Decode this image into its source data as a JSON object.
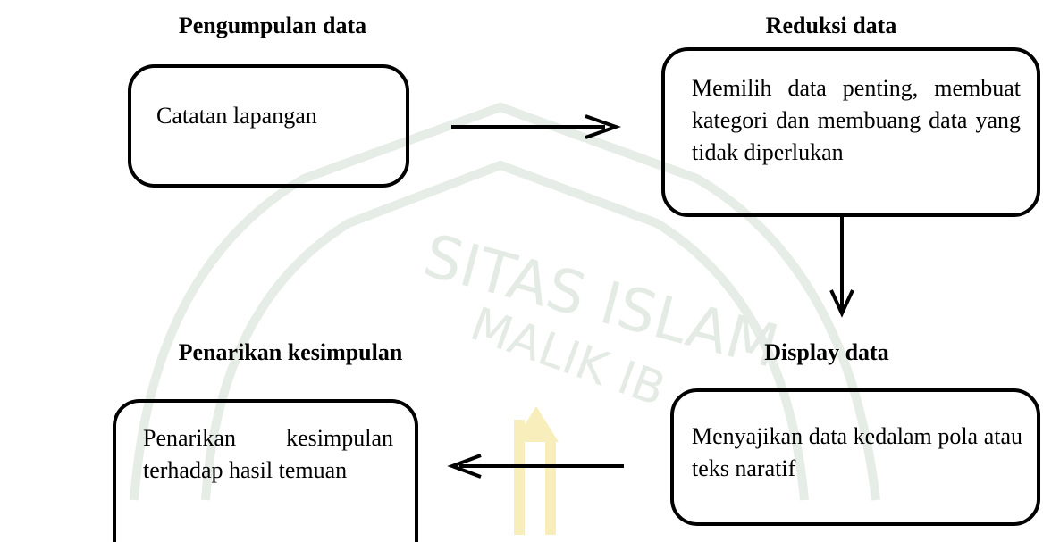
{
  "diagram": {
    "stages": [
      {
        "title": "Pengumpulan data",
        "text": "Catatan lapangan"
      },
      {
        "title": "Reduksi data",
        "text": "Memilih data penting, membuat kategori dan membuang data yang tidak diperlukan"
      },
      {
        "title": "Display data",
        "text": "Menyajikan data kedalam pola atau teks naratif"
      },
      {
        "title": "Penarikan kesimpulan",
        "text": "Penarikan kesimpulan terhadap hasil temuan"
      }
    ]
  },
  "watermark": {
    "text": "SITAS ISLAM",
    "text2": "MALIK IB",
    "color": "#e6ece6",
    "accent": "#f5e7a0"
  }
}
